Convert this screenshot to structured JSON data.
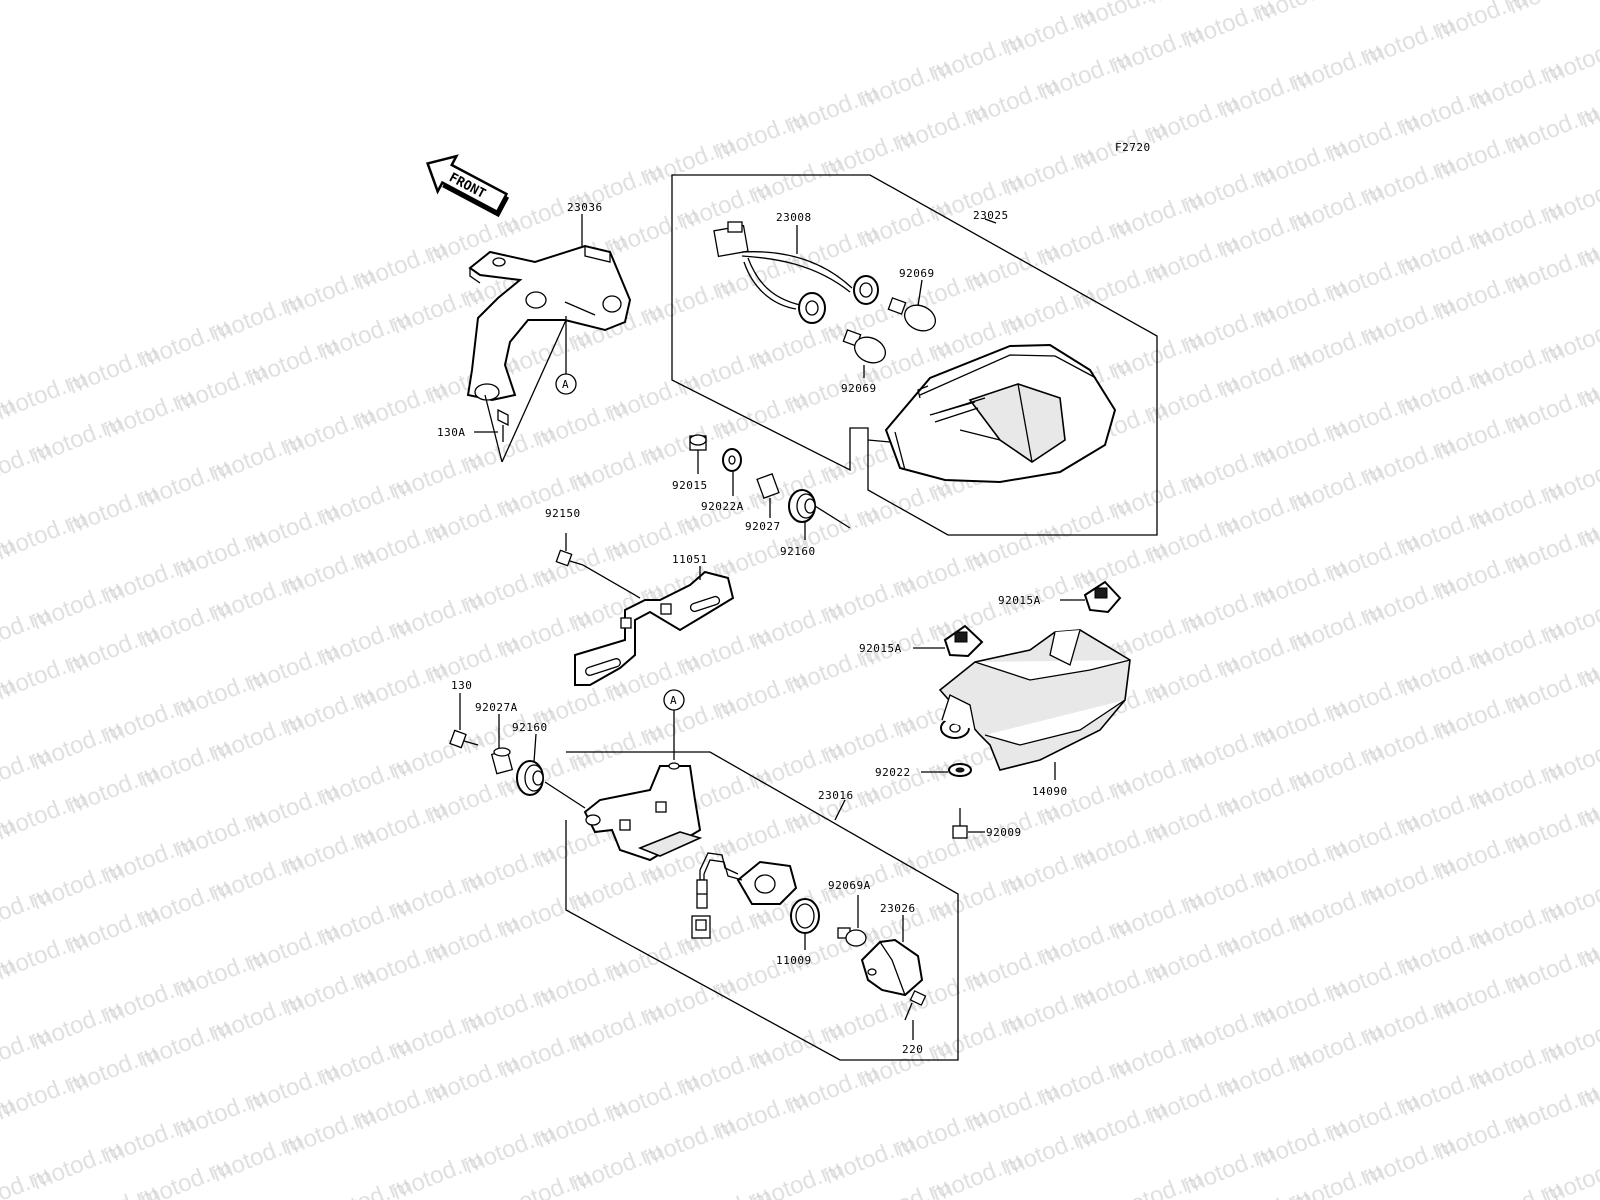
{
  "figure_code": "F2720",
  "watermark_text": "motod.ru",
  "front_label": "FRONT",
  "reference_mark": "A",
  "parts": {
    "p23036": "23036",
    "p130A": "130A",
    "p23008": "23008",
    "p23025": "23025",
    "p92069_top": "92069",
    "p92069_bottom": "92069",
    "p92015": "92015",
    "p92022A": "92022A",
    "p92027": "92027",
    "p92160_top": "92160",
    "p92150": "92150",
    "p11051": "11051",
    "p92015A_top": "92015A",
    "p92015A_mid": "92015A",
    "p130": "130",
    "p92027A": "92027A",
    "p92160_bottom": "92160",
    "p23016": "23016",
    "p92022": "92022",
    "p14090": "14090",
    "p92009": "92009",
    "p92069A": "92069A",
    "p23026": "23026",
    "p11009": "11009",
    "p220": "220"
  }
}
